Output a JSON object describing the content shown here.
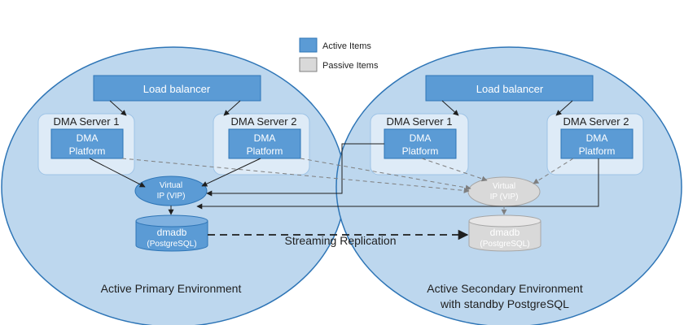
{
  "legend": {
    "active_label": "Active Items",
    "passive_label": "Passive Items",
    "active_color": "#5b9bd5",
    "passive_color": "#d9d9d9"
  },
  "primary": {
    "caption": "Active Primary Environment",
    "load_balancer": "Load balancer",
    "server1_title": "DMA Server 1",
    "server2_title": "DMA Server 2",
    "platform1_line1": "DMA",
    "platform1_line2": "Platform",
    "platform2_line1": "DMA",
    "platform2_line2": "Platform",
    "vip_line1": "Virtual",
    "vip_line2": "IP (VIP)",
    "db_name": "dmadb",
    "db_engine": "(PostgreSQL)"
  },
  "secondary": {
    "caption_line1": "Active Secondary Environment",
    "caption_line2": "with standby PostgreSQL",
    "load_balancer": "Load balancer",
    "server1_title": "DMA Server 1",
    "server2_title": "DMA Server 2",
    "platform1_line1": "DMA",
    "platform1_line2": "Platform",
    "platform2_line1": "DMA",
    "platform2_line2": "Platform",
    "vip_line1": "Virtual",
    "vip_line2": "IP (VIP)",
    "db_name": "dmadb",
    "db_engine": "(PostgreSQL)"
  },
  "replication_label": "Streaming Replication",
  "colors": {
    "environment_fill": "#bdd7ee",
    "environment_stroke": "#2e75b6",
    "server_box_fill": "#deebf7",
    "active_fill": "#5b9bd5",
    "passive_fill": "#d9d9d9"
  }
}
